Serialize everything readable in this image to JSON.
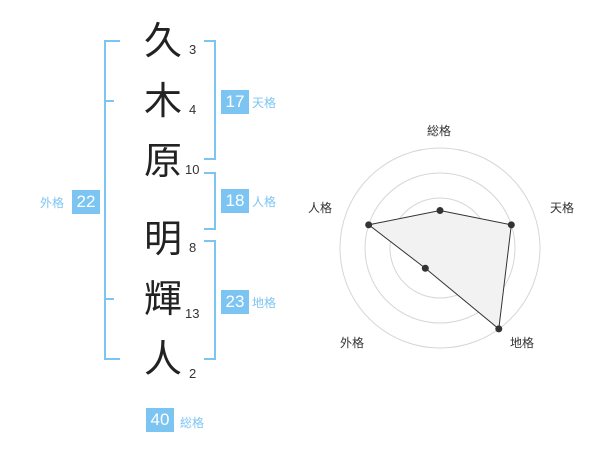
{
  "characters": [
    {
      "char": "久",
      "strokes": "3"
    },
    {
      "char": "木",
      "strokes": "4"
    },
    {
      "char": "原",
      "strokes": "10"
    },
    {
      "char": "明",
      "strokes": "8"
    },
    {
      "char": "輝",
      "strokes": "13"
    },
    {
      "char": "人",
      "strokes": "2"
    }
  ],
  "fortunes": {
    "tenkaku": {
      "value": "17",
      "label": "天格"
    },
    "jinkaku": {
      "value": "18",
      "label": "人格"
    },
    "chikaku": {
      "value": "23",
      "label": "地格"
    },
    "gaikaku": {
      "value": "22",
      "label": "外格"
    },
    "soukaku": {
      "value": "40",
      "label": "総格"
    }
  },
  "radar": {
    "axes": [
      "総格",
      "天格",
      "地格",
      "外格",
      "人格"
    ],
    "levels": 4,
    "values": [
      1.5,
      3,
      4,
      1,
      3
    ]
  },
  "colors": {
    "accent": "#7cc5f2",
    "text": "#222222"
  }
}
